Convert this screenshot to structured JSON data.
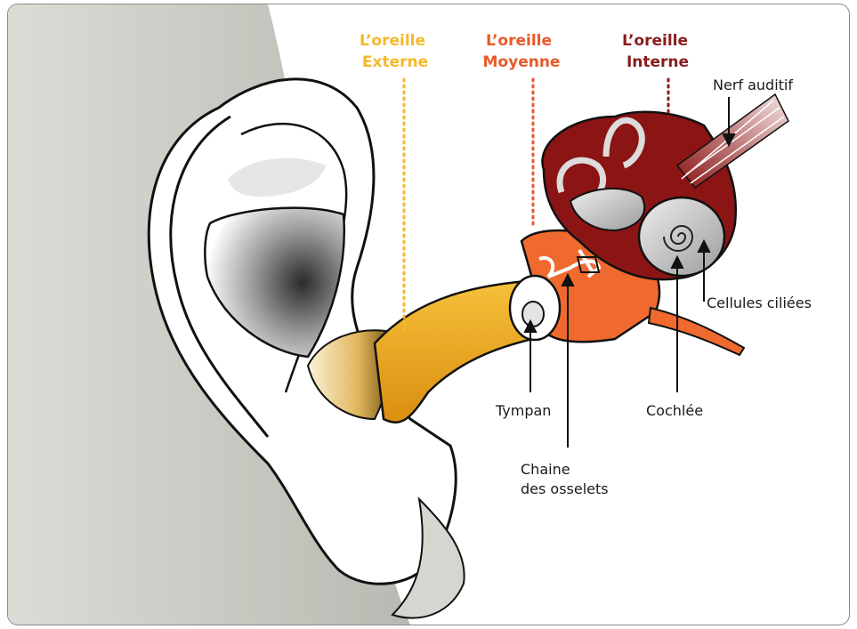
{
  "sections": {
    "outer": {
      "line1": "L’oreille",
      "line2": "Externe",
      "color": "#f4b92b"
    },
    "middle": {
      "line1": "L’oreille",
      "line2": "Moyenne",
      "color": "#e8582b"
    },
    "inner": {
      "line1": "L’oreille",
      "line2": "Interne",
      "color": "#8a1c1c"
    }
  },
  "labels": {
    "nerve": "Nerf auditif",
    "hair_cells": "Cellules ciliées",
    "eardrum": "Tympan",
    "cochlea": "Cochlée",
    "ossicles_line1": "Chaine",
    "ossicles_line2": "des osselets"
  },
  "colors": {
    "skin_shadow": "#c9c9c3",
    "ear_canal": "#f1a81f",
    "middle_ear": "#f06a2f",
    "inner_ear_bone": "#8b1414",
    "cochlea_grey": "#cfcfcf"
  }
}
